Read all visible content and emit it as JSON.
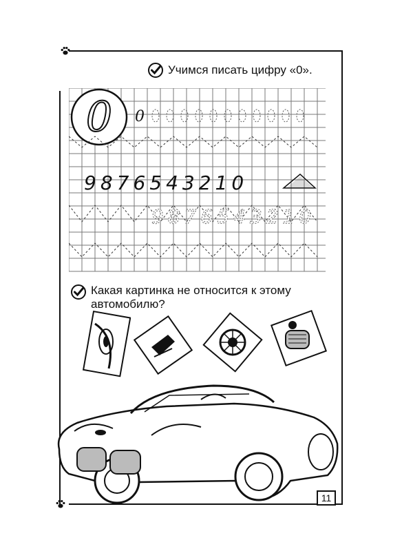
{
  "header": {
    "title": "Учимся писать цифру «0»."
  },
  "grid": {
    "big_digit": "0",
    "digit_row_1": "9876543210",
    "digit_row_2": "9876543210"
  },
  "question": {
    "line1": "Какая картинка не относится к этому",
    "line2": "автомобилю?"
  },
  "footer": {
    "page_number": "11"
  },
  "icons": {
    "check": "check-icon",
    "paw": "paw-icon"
  }
}
